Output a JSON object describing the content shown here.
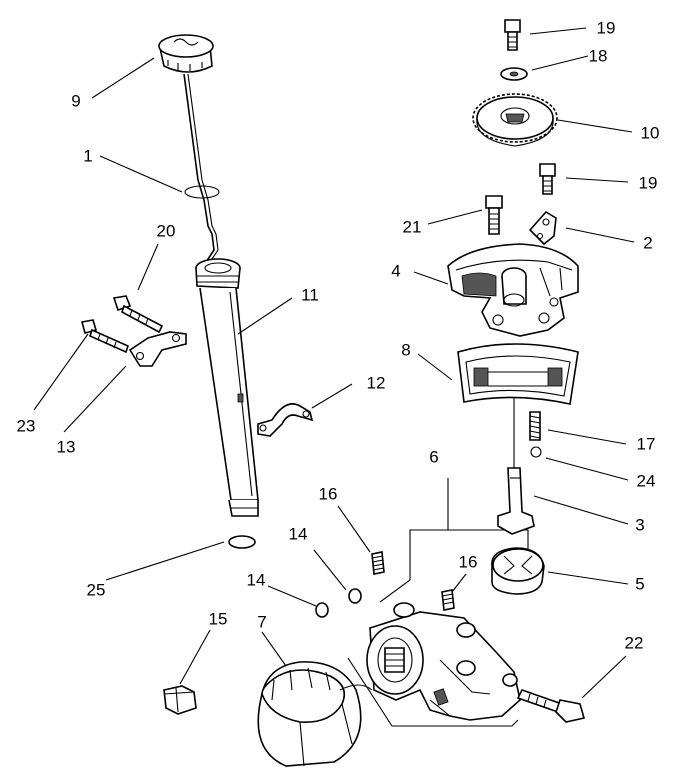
{
  "callouts": {
    "c9": "9",
    "c1": "1",
    "c20": "20",
    "c11": "11",
    "c23": "23",
    "c13": "13",
    "c12": "12",
    "c25": "25",
    "c15": "15",
    "c7": "7",
    "c14a": "14",
    "c14b": "14",
    "c16a": "16",
    "c16b": "16",
    "c6": "6",
    "c19a": "19",
    "c18": "18",
    "c10": "10",
    "c19b": "19",
    "c21": "21",
    "c2": "2",
    "c4": "4",
    "c8": "8",
    "c17": "17",
    "c24": "24",
    "c3": "3",
    "c5": "5",
    "c22": "22"
  }
}
